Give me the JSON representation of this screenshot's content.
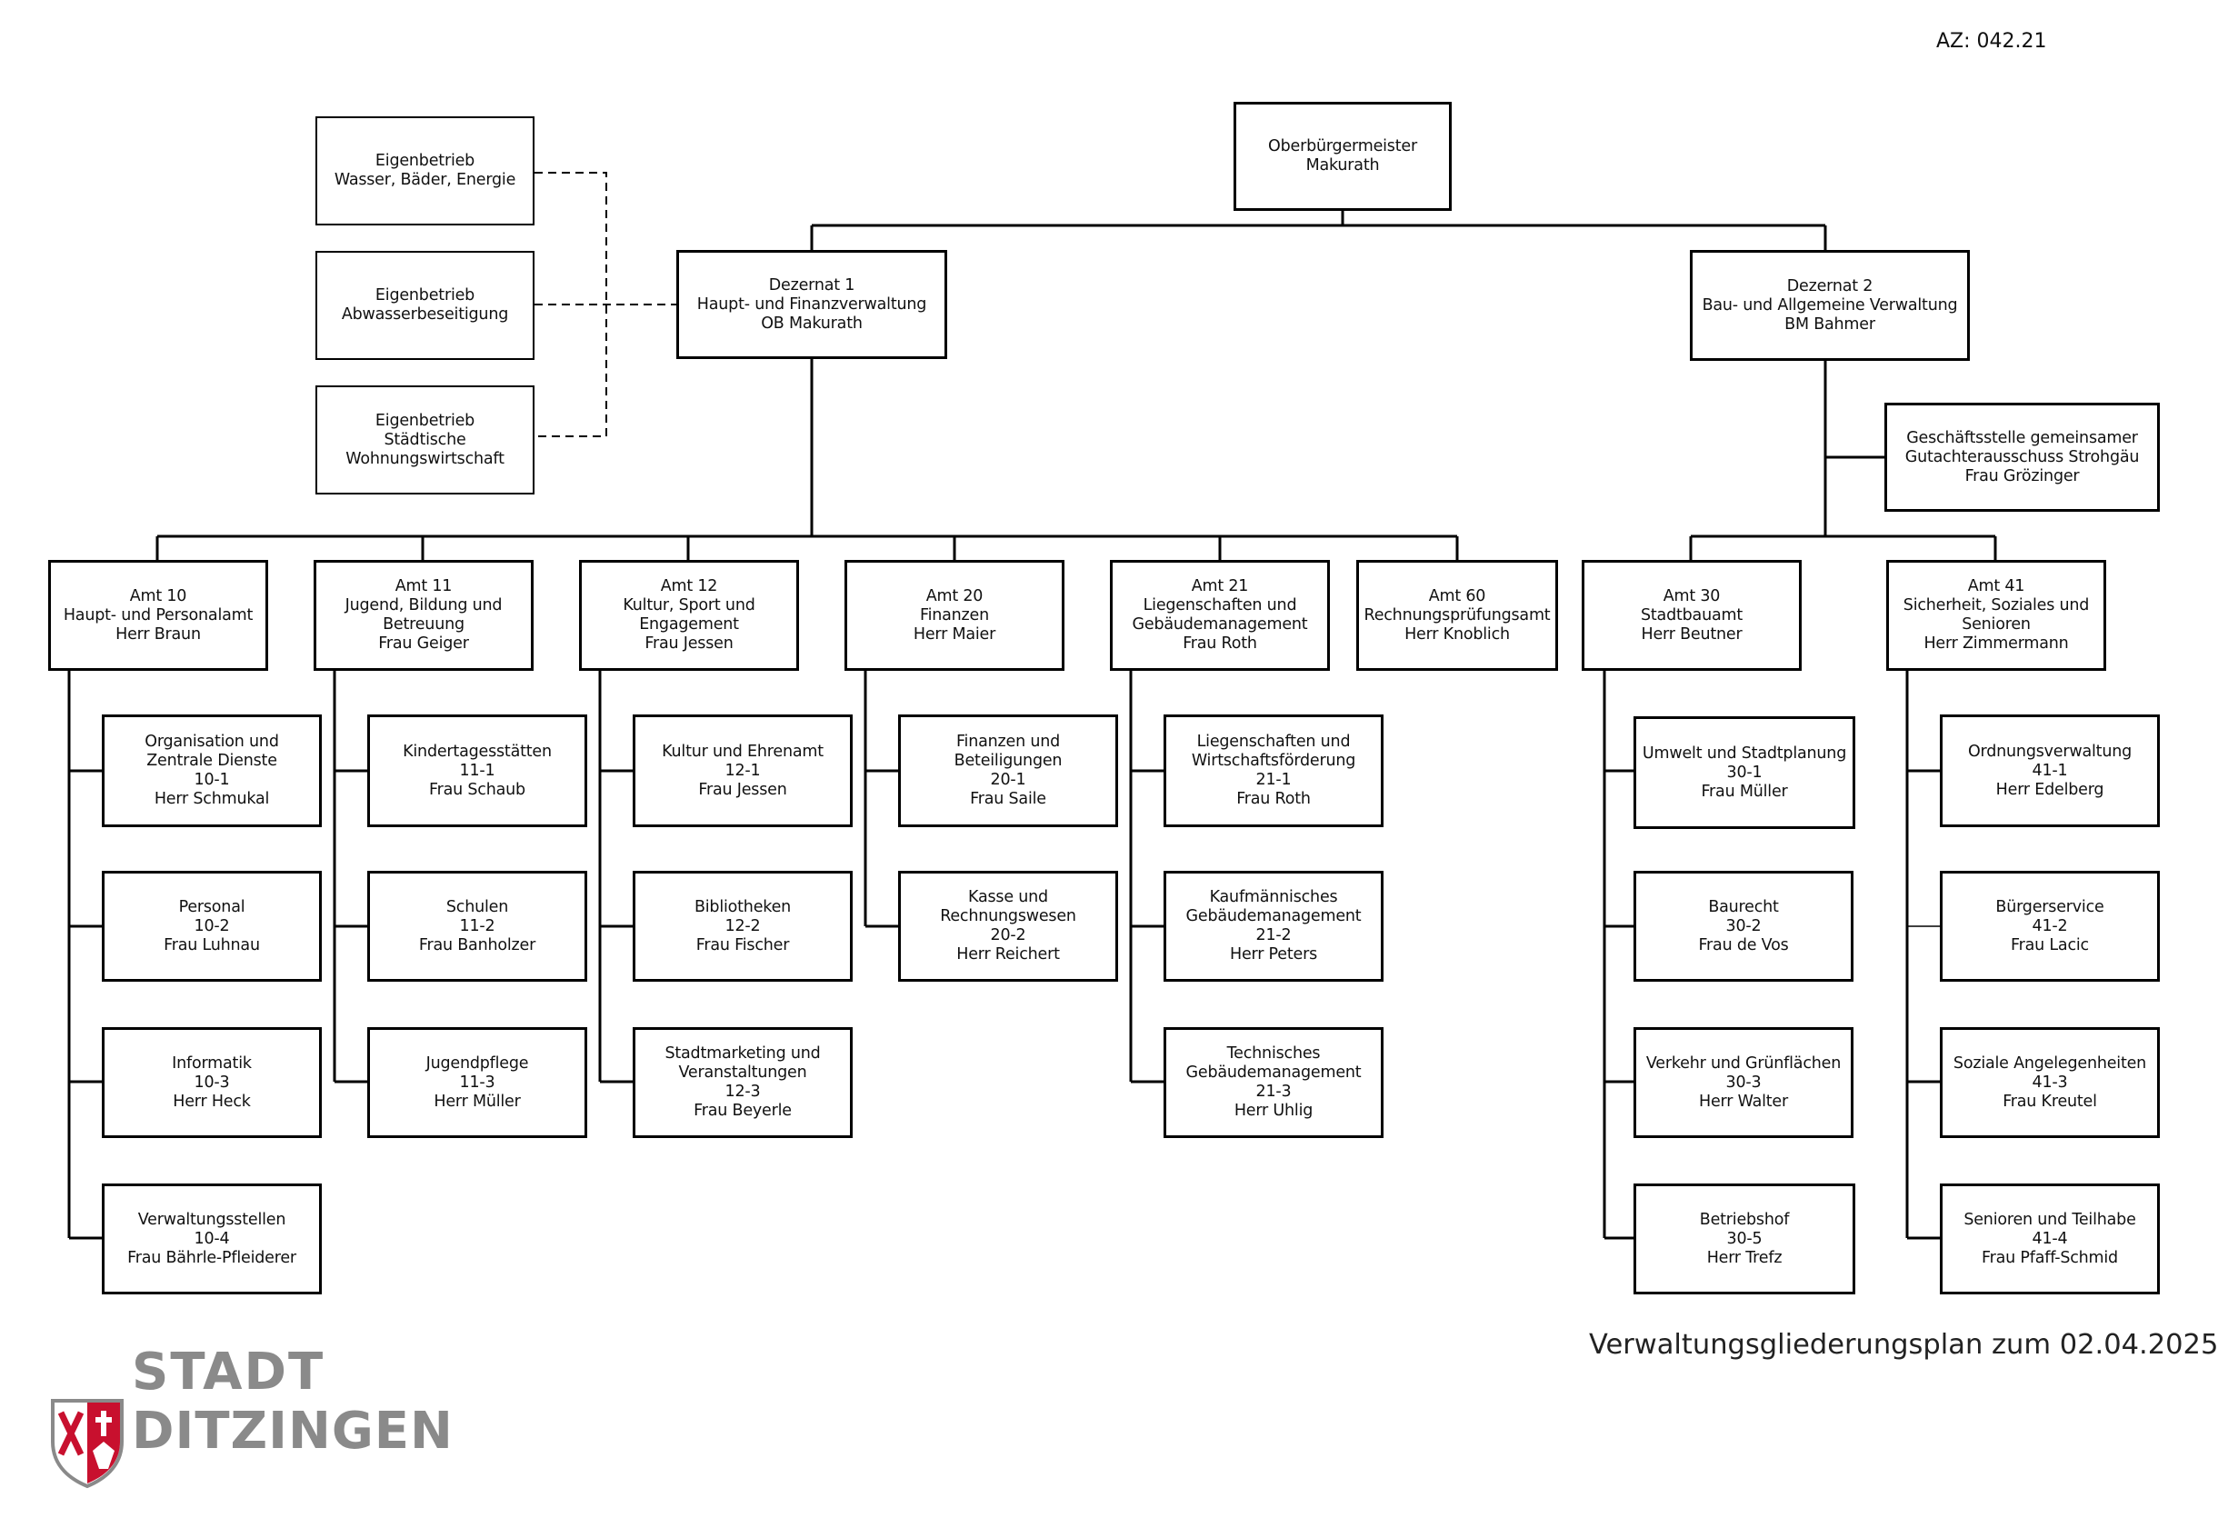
{
  "az": "AZ: 042.21",
  "caption": "Verwaltungsgliederungsplan zum 02.04.2025",
  "logo": {
    "line1": "STADT",
    "line2": "DITZINGEN"
  },
  "colors": {
    "line": "#000000",
    "logo_grey": "#8a8a8a",
    "crest_red": "#c8102e"
  },
  "nodes": {
    "ob": {
      "lines": [
        "Oberbürgermeister",
        "Makurath"
      ]
    },
    "eb1": {
      "lines": [
        "Eigenbetrieb",
        "Wasser, Bäder, Energie"
      ]
    },
    "eb2": {
      "lines": [
        "Eigenbetrieb",
        "Abwasserbeseitigung"
      ]
    },
    "eb3": {
      "lines": [
        "Eigenbetrieb",
        "Städtische",
        "Wohnungswirtschaft"
      ]
    },
    "dez1": {
      "lines": [
        "Dezernat 1",
        "Haupt- und Finanzverwaltung",
        "OB Makurath"
      ]
    },
    "dez2": {
      "lines": [
        "Dezernat 2",
        "Bau- und Allgemeine Verwaltung",
        "BM Bahmer"
      ]
    },
    "gs": {
      "lines": [
        "Geschäftsstelle gemeinsamer",
        "Gutachterausschuss Strohgäu",
        "Frau Grözinger"
      ]
    },
    "a10": {
      "lines": [
        "Amt 10",
        "Haupt- und Personalamt",
        "Herr Braun"
      ]
    },
    "a11": {
      "lines": [
        "Amt 11",
        "Jugend, Bildung und",
        "Betreuung",
        "Frau Geiger"
      ]
    },
    "a12": {
      "lines": [
        "Amt 12",
        "Kultur, Sport und",
        "Engagement",
        "Frau Jessen"
      ]
    },
    "a20": {
      "lines": [
        "Amt 20",
        "Finanzen",
        "Herr Maier"
      ]
    },
    "a21": {
      "lines": [
        "Amt 21",
        "Liegenschaften und",
        "Gebäudemanagement",
        "Frau Roth"
      ]
    },
    "a60": {
      "lines": [
        "Amt 60",
        "Rechnungsprüfungsamt",
        "Herr Knoblich"
      ]
    },
    "a30": {
      "lines": [
        "Amt 30",
        "Stadtbauamt",
        "Herr Beutner"
      ]
    },
    "a41": {
      "lines": [
        "Amt 41",
        "Sicherheit, Soziales und",
        "Senioren",
        "Herr Zimmermann"
      ]
    },
    "s10_1": {
      "lines": [
        "Organisation und",
        "Zentrale Dienste",
        "10-1",
        "Herr Schmukal"
      ]
    },
    "s10_2": {
      "lines": [
        "Personal",
        "10-2",
        "Frau Luhnau"
      ]
    },
    "s10_3": {
      "lines": [
        "Informatik",
        "10-3",
        "Herr Heck"
      ]
    },
    "s10_4": {
      "lines": [
        "Verwaltungsstellen",
        "10-4",
        "Frau Bährle-Pfleiderer"
      ]
    },
    "s11_1": {
      "lines": [
        "Kindertagesstätten",
        "11-1",
        "Frau Schaub"
      ]
    },
    "s11_2": {
      "lines": [
        "Schulen",
        "11-2",
        "Frau Banholzer"
      ]
    },
    "s11_3": {
      "lines": [
        "Jugendpflege",
        "11-3",
        "Herr Müller"
      ]
    },
    "s12_1": {
      "lines": [
        "Kultur und Ehrenamt",
        "12-1",
        "Frau Jessen"
      ]
    },
    "s12_2": {
      "lines": [
        "Bibliotheken",
        "12-2",
        "Frau Fischer"
      ]
    },
    "s12_3": {
      "lines": [
        "Stadtmarketing und",
        "Veranstaltungen",
        "12-3",
        "Frau Beyerle"
      ]
    },
    "s20_1": {
      "lines": [
        "Finanzen und Beteiligungen",
        "20-1",
        "Frau Saile"
      ]
    },
    "s20_2": {
      "lines": [
        "Kasse und",
        "Rechnungswesen",
        "20-2",
        "Herr Reichert"
      ]
    },
    "s21_1": {
      "lines": [
        "Liegenschaften und",
        "Wirtschaftsförderung",
        "21-1",
        "Frau Roth"
      ]
    },
    "s21_2": {
      "lines": [
        "Kaufmännisches",
        "Gebäudemanagement",
        "21-2",
        "Herr Peters"
      ]
    },
    "s21_3": {
      "lines": [
        "Technisches",
        "Gebäudemanagement",
        "21-3",
        "Herr Uhlig"
      ]
    },
    "s30_1": {
      "lines": [
        "Umwelt und Stadtplanung",
        "30-1",
        "Frau Müller"
      ]
    },
    "s30_2": {
      "lines": [
        "Baurecht",
        "30-2",
        "Frau de Vos"
      ]
    },
    "s30_3": {
      "lines": [
        "Verkehr und Grünflächen",
        "30-3",
        "Herr Walter"
      ]
    },
    "s30_5": {
      "lines": [
        "Betriebshof",
        "30-5",
        "Herr Trefz"
      ]
    },
    "s41_1": {
      "lines": [
        "Ordnungsverwaltung",
        "41-1",
        "Herr Edelberg"
      ]
    },
    "s41_2": {
      "lines": [
        "Bürgerservice",
        "41-2",
        "Frau Lacic"
      ]
    },
    "s41_3": {
      "lines": [
        "Soziale Angelegenheiten",
        "41-3",
        "Frau Kreutel"
      ]
    },
    "s41_4": {
      "lines": [
        "Senioren und Teilhabe",
        "41-4",
        "Frau Pfaff-Schmid"
      ]
    }
  }
}
